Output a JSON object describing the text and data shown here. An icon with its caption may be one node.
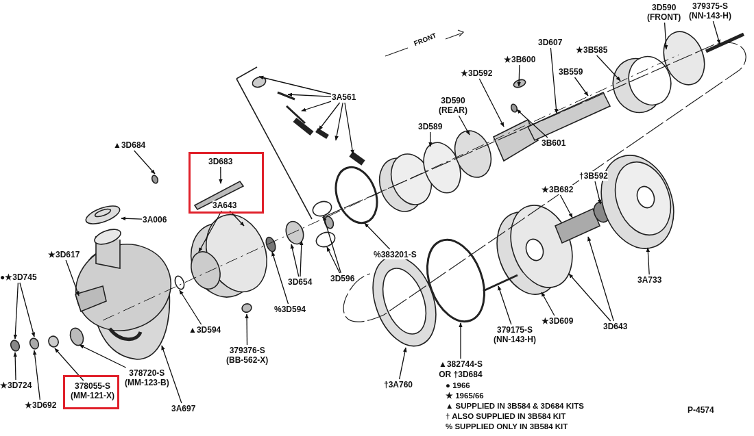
{
  "diagram": {
    "nodes": [
      {
        "text": [],
        "shape": "box"
      },
      {
        "text": [],
        "shape": "box"
      },
      {
        "text": [
          "★3D617"
        ]
      },
      {
        "text": [
          "●★3D745"
        ]
      },
      {
        "text": [
          "★3D724"
        ]
      },
      {
        "text": [
          "★3D692"
        ]
      },
      {
        "text": [
          "378055-S (MM-121-X)"
        ],
        "in": 1
      },
      {
        "text": [
          "378720-S (MM-123-B)"
        ]
      },
      {
        "text": [
          "3A697"
        ]
      },
      {
        "text": [
          "▲3D594"
        ]
      },
      {
        "text": [
          "3A006"
        ]
      },
      {
        "text": [
          "▲3D684"
        ]
      },
      {
        "text": [
          "3D683"
        ],
        "in": 0
      },
      {
        "text": [
          "3A643"
        ],
        "in": 0
      },
      {
        "text": [
          "379376-S (BB-562-X)"
        ]
      },
      {
        "text": [
          "%3D594"
        ]
      },
      {
        "text": [
          "3D654"
        ]
      },
      {
        "text": [
          "3D596"
        ]
      },
      {
        "text": [
          "%383201-S"
        ]
      },
      {
        "text": [
          "3A561"
        ]
      },
      {
        "text": [
          "3D589"
        ]
      },
      {
        "text": [
          "3D590 (REAR)"
        ]
      },
      {
        "text": [
          "★3D592"
        ]
      },
      {
        "text": [
          "★3B600"
        ]
      },
      {
        "text": [
          "3D607"
        ]
      },
      {
        "text": [
          "3B601"
        ]
      },
      {
        "text": [
          "3B559"
        ]
      },
      {
        "text": [
          "★3B585"
        ]
      },
      {
        "text": [
          "3D590 (FRONT)"
        ]
      },
      {
        "text": [
          "379375-S (NN-143-H)"
        ]
      },
      {
        "text": [
          "3A733"
        ]
      },
      {
        "text": [
          "†3B592"
        ]
      },
      {
        "text": [
          "★3B682"
        ]
      },
      {
        "text": [
          "★3D609"
        ]
      },
      {
        "text": [
          "3D643"
        ]
      },
      {
        "text": [
          "379175-S (NN-143-H)"
        ]
      },
      {
        "text": [
          "▲382744-S OR †3D684"
        ]
      },
      {
        "text": [
          "†3A760"
        ]
      }
    ],
    "edges": [
      {
        "from": 2,
        "to": null,
        "arrow": "to"
      },
      {
        "from": 3,
        "to": null,
        "arrow": "to"
      },
      {
        "from": 3,
        "to": null,
        "arrow": "to"
      },
      {
        "from": 4,
        "to": null,
        "arrow": "to"
      },
      {
        "from": 5,
        "to": null,
        "arrow": "to"
      },
      {
        "from": 6,
        "to": null,
        "arrow": "to"
      },
      {
        "from": 7,
        "to": null,
        "arrow": "to"
      },
      {
        "from": 8,
        "to": null,
        "arrow": "to"
      },
      {
        "from": 9,
        "to": null,
        "arrow": "to"
      },
      {
        "from": 10,
        "to": null,
        "arrow": "to"
      },
      {
        "from": 11,
        "to": null,
        "arrow": "to"
      },
      {
        "from": 12,
        "to": null,
        "arrow": "to"
      },
      {
        "from": 13,
        "to": null,
        "arrow": "to"
      },
      {
        "from": 13,
        "to": null,
        "arrow": "to"
      },
      {
        "from": 14,
        "to": null,
        "arrow": "to"
      },
      {
        "from": 15,
        "to": null,
        "arrow": "to"
      },
      {
        "from": 16,
        "to": null,
        "arrow": "to"
      },
      {
        "from": 16,
        "to": null,
        "arrow": "to"
      },
      {
        "from": 17,
        "to": null,
        "arrow": "to"
      },
      {
        "from": 17,
        "to": null,
        "arrow": "to"
      },
      {
        "from": 18,
        "to": null,
        "arrow": "to"
      },
      {
        "from": 19,
        "to": null,
        "arrow": "to"
      },
      {
        "from": 19,
        "to": null,
        "arrow": "to"
      },
      {
        "from": 19,
        "to": null,
        "arrow": "to"
      },
      {
        "from": 19,
        "to": null,
        "arrow": "to"
      },
      {
        "from": 19,
        "to": null,
        "arrow": "to"
      },
      {
        "from": 19,
        "to": null,
        "arrow": "to"
      },
      {
        "from": 20,
        "to": null,
        "arrow": "to"
      },
      {
        "from": 21,
        "to": null,
        "arrow": "to"
      },
      {
        "from": 22,
        "to": null,
        "arrow": "to"
      },
      {
        "from": 23,
        "to": null,
        "arrow": "to"
      },
      {
        "from": 24,
        "to": null,
        "arrow": "to"
      },
      {
        "from": 25,
        "to": null,
        "arrow": "to"
      },
      {
        "from": 26,
        "to": null,
        "arrow": "to"
      },
      {
        "from": 27,
        "to": null,
        "arrow": "to"
      },
      {
        "from": 28,
        "to": null,
        "arrow": "to"
      },
      {
        "from": 29,
        "to": null,
        "arrow": "to"
      },
      {
        "from": 30,
        "to": null,
        "arrow": "to"
      },
      {
        "from": 31,
        "to": null,
        "arrow": "to"
      },
      {
        "from": 32,
        "to": null,
        "arrow": "to"
      },
      {
        "from": 33,
        "to": null,
        "arrow": "to"
      },
      {
        "from": 34,
        "to": null,
        "arrow": "to"
      },
      {
        "from": 34,
        "to": null,
        "arrow": "to"
      },
      {
        "from": 35,
        "to": null,
        "arrow": "to"
      },
      {
        "from": 36,
        "to": null,
        "arrow": "to"
      },
      {
        "from": 37,
        "to": null,
        "arrow": "to"
      }
    ],
    "labels": [
      "FRONT",
      "P-4574"
    ],
    "legend": [
      {
        "text": "● 1966"
      },
      {
        "text": "★ 1965/66"
      },
      {
        "text": "▲ SUPPLIED IN 3B584 & 3D684 KITS"
      },
      {
        "text": "† ALSO SUPPLIED IN 3B584 KIT"
      },
      {
        "text": "% SUPPLIED ONLY IN 3B584 KIT"
      }
    ]
  }
}
